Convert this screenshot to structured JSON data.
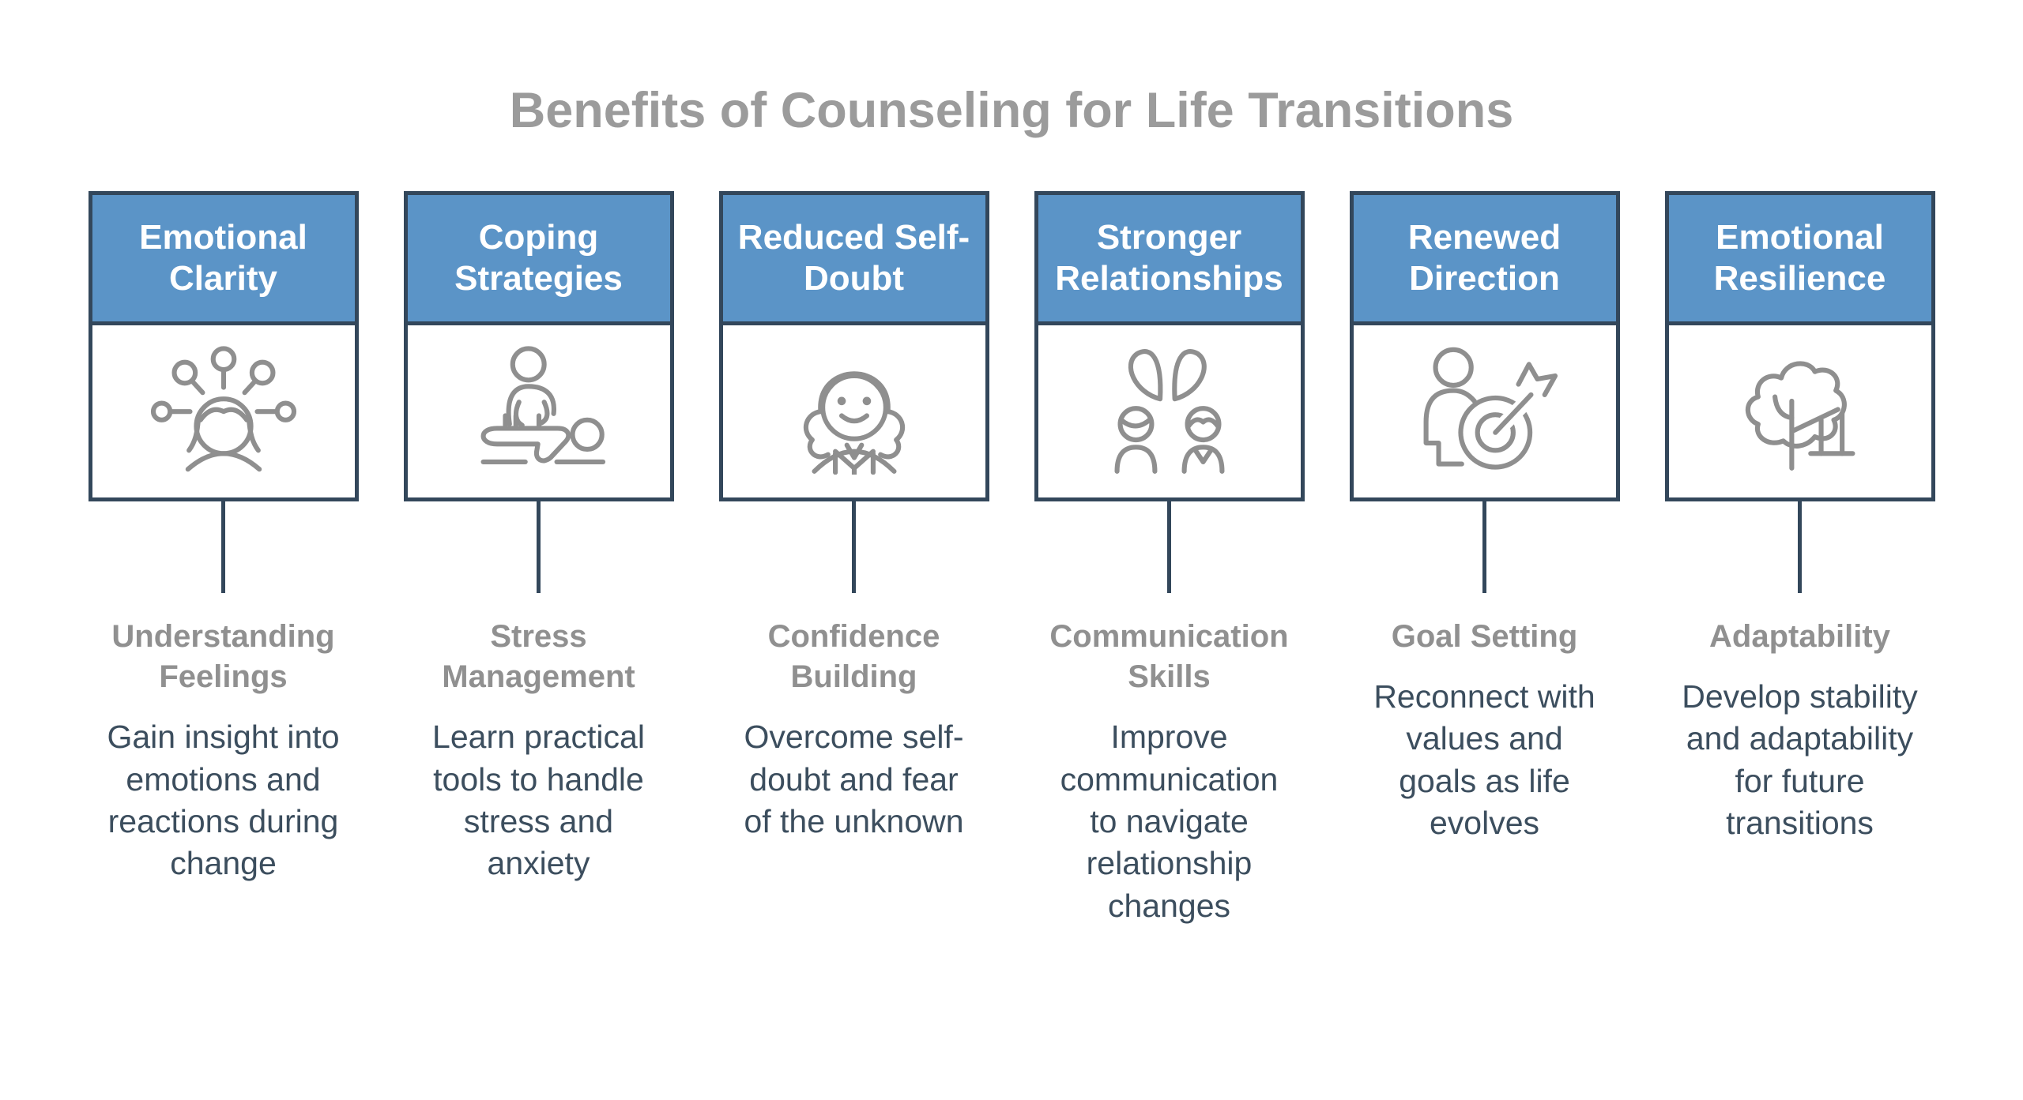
{
  "title": "Benefits of Counseling for Life Transitions",
  "colors": {
    "header_blue": "#5b94c7",
    "outline_dark": "#33475b",
    "title_gray": "#9b9b9b",
    "subtitle_gray": "#909090",
    "body_text": "#3c4e5e",
    "icon_gray": "#8f8f8f"
  },
  "columns": [
    {
      "header": "Emotional Clarity",
      "icon": "mind-clarity-icon",
      "subtitle": "Understanding Feelings",
      "description": "Gain insight into emotions and reactions during change"
    },
    {
      "header": "Coping Strategies",
      "icon": "therapy-table-icon",
      "subtitle": "Stress Management",
      "description": "Learn practical tools to handle stress and anxiety"
    },
    {
      "header": "Reduced Self-Doubt",
      "icon": "confident-person-icon",
      "subtitle": "Confidence Building",
      "description": "Overcome self-doubt and fear of the unknown"
    },
    {
      "header": "Stronger Relationships",
      "icon": "two-people-heart-icon",
      "subtitle": "Communication Skills",
      "description": "Improve communication to navigate relationship changes"
    },
    {
      "header": "Renewed Direction",
      "icon": "person-target-arrow-icon",
      "subtitle": "Goal Setting",
      "description": "Reconnect with values and goals as life evolves"
    },
    {
      "header": "Emotional Resilience",
      "icon": "tree-swing-icon",
      "subtitle": "Adaptability",
      "description": "Develop stability and adaptability for future transitions"
    }
  ]
}
